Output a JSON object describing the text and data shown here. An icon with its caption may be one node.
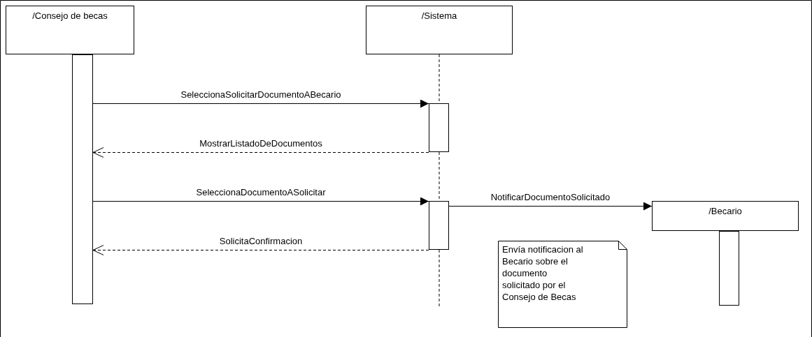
{
  "diagram": {
    "nodes": [
      {
        "text": [
          "/Consejo de becas"
        ]
      },
      {
        "text": [],
        "shape": "bar"
      },
      {
        "text": [
          "/Sistema"
        ]
      },
      {
        "text": [],
        "shape": "bar"
      },
      {
        "text": [],
        "shape": "bar"
      },
      {
        "text": [
          "/Becario"
        ]
      },
      {
        "text": [],
        "shape": "bar"
      },
      {
        "text": [
          "Envía notificacion al Becario sobre el documento solicitado por el Consejo de Becas"
        ]
      }
    ],
    "edges": [
      {
        "from": 1,
        "to": 3,
        "arrow": "to",
        "label": "SeleccionaSolicitarDocumentoABecario"
      },
      {
        "from": 3,
        "to": 1,
        "arrow": "to",
        "label": "MostrarListadoDeDocumentos",
        "style": "dashed"
      },
      {
        "from": 1,
        "to": 4,
        "arrow": "to",
        "label": "SeleccionaDocumentoASolicitar"
      },
      {
        "from": 4,
        "to": 5,
        "arrow": "to",
        "label": "NotificarDocumentoSolicitado"
      },
      {
        "from": 4,
        "to": 1,
        "arrow": "to",
        "label": "SolicitaConfirmacion",
        "style": "dashed"
      }
    ]
  }
}
